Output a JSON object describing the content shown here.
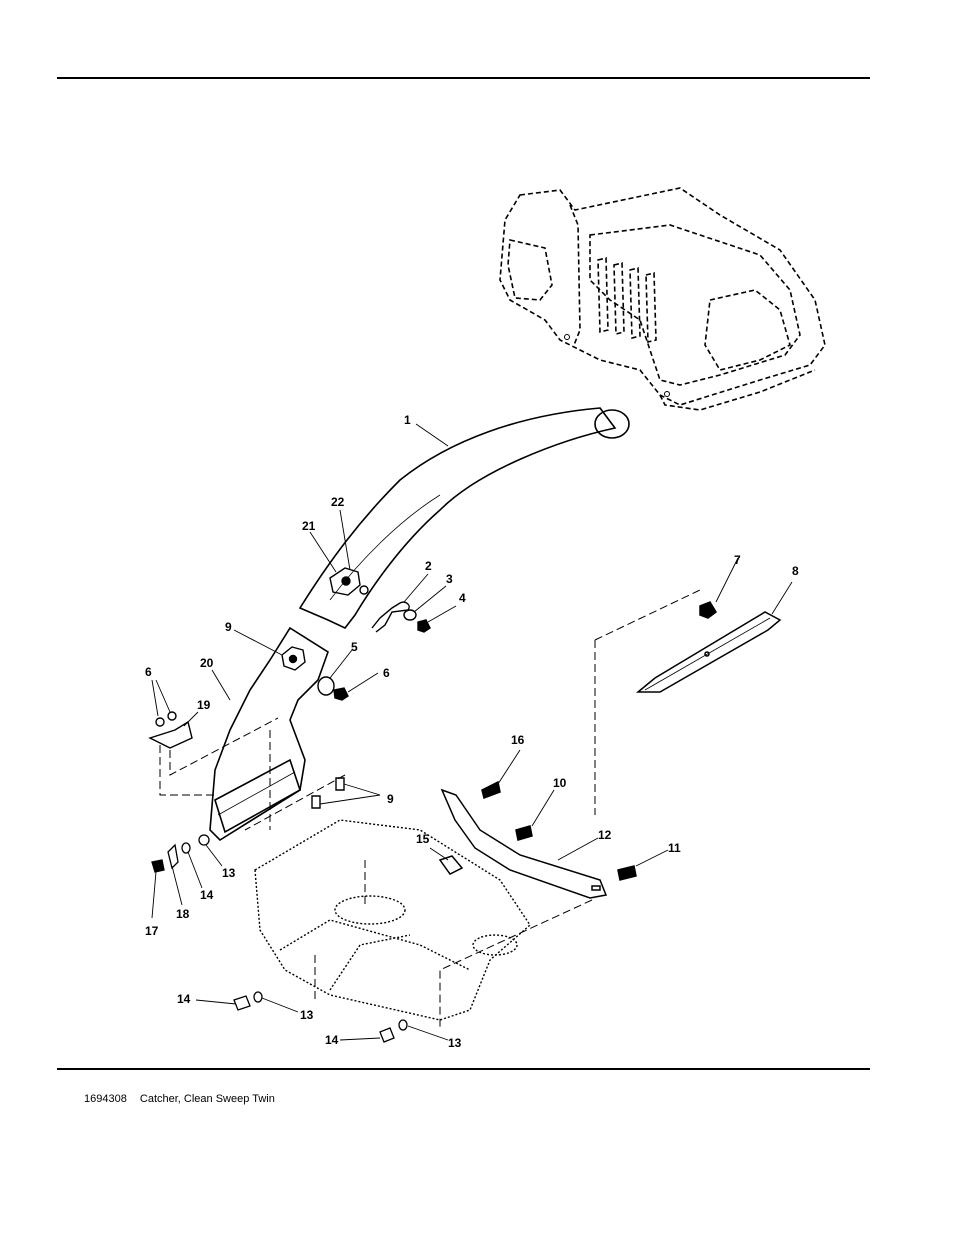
{
  "footer": {
    "part_number": "1694308",
    "description": "Catcher, Clean Sweep Twin"
  },
  "callouts": {
    "c1": "1",
    "c2": "2",
    "c3": "3",
    "c4": "4",
    "c5": "5",
    "c6a": "6",
    "c6b": "6",
    "c7": "7",
    "c8": "8",
    "c9a": "9",
    "c9b": "9",
    "c10": "10",
    "c11": "11",
    "c12": "12",
    "c13a": "13",
    "c13b": "13",
    "c13c": "13",
    "c14a": "14",
    "c14b": "14",
    "c14c": "14",
    "c15": "15",
    "c16": "16",
    "c17": "17",
    "c18": "18",
    "c19": "19",
    "c20": "20",
    "c21": "21",
    "c22": "22"
  }
}
